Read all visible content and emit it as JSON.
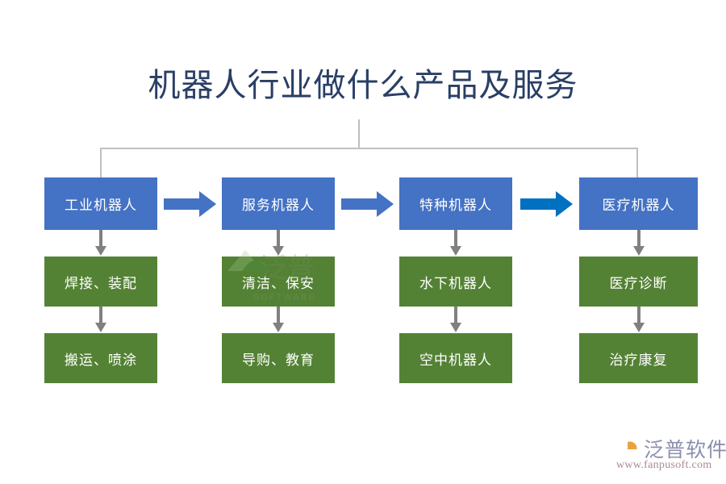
{
  "title": "机器人行业做什么产品及服务",
  "colors": {
    "title_text": "#2a3f66",
    "node_blue": "#4472C4",
    "node_green": "#548235",
    "arrow_blue": "#4472C4",
    "arrow_blue_dark": "#0070C0",
    "connector_gray": "#BFBFBF",
    "drop_arrow_gray": "#808080",
    "brand_name": "#8D8FAE",
    "brand_url": "#A98B8F",
    "logo_orange": "#E8A33D",
    "logo_slate": "#8D9DB5",
    "background": "#FFFFFF"
  },
  "diagram": {
    "type": "flowchart",
    "columns": [
      {
        "id": "industrial",
        "category": "工业机器人",
        "children": [
          "焊接、装配",
          "搬运、喷涂"
        ]
      },
      {
        "id": "service",
        "category": "服务机器人",
        "children": [
          "清洁、保安",
          "导购、教育"
        ]
      },
      {
        "id": "special",
        "category": "特种机器人",
        "children": [
          "水下机器人",
          "空中机器人"
        ]
      },
      {
        "id": "medical",
        "category": "医疗机器人",
        "children": [
          "医疗诊断",
          "治疗康复"
        ]
      }
    ],
    "flow_arrows": [
      {
        "from": "industrial",
        "to": "service",
        "style": "blue"
      },
      {
        "from": "service",
        "to": "special",
        "style": "blue"
      },
      {
        "from": "special",
        "to": "medical",
        "style": "blue-dark"
      }
    ]
  },
  "brand": {
    "name": "泛普软件",
    "url": "www.fanpusoft.com"
  },
  "watermark": {
    "name": "泛普软件",
    "sub": "SOFTWARE"
  }
}
